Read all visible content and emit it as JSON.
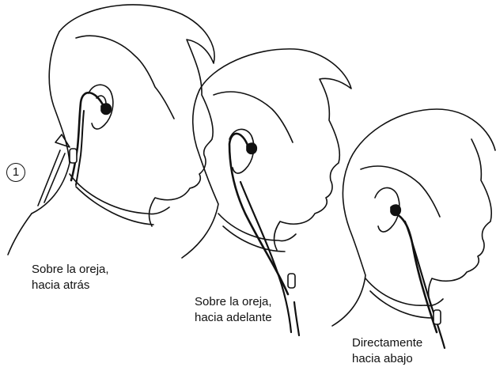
{
  "figure": {
    "step_number": "1",
    "captions": [
      {
        "line1": "Sobre la oreja,",
        "line2": "hacia atrás"
      },
      {
        "line1": "Sobre la oreja,",
        "line2": "hacia adelante"
      },
      {
        "line1": "Directamente",
        "line2": "hacia abajo"
      }
    ],
    "colors": {
      "line": "#111111",
      "cable": "#111111",
      "background": "#ffffff"
    }
  }
}
